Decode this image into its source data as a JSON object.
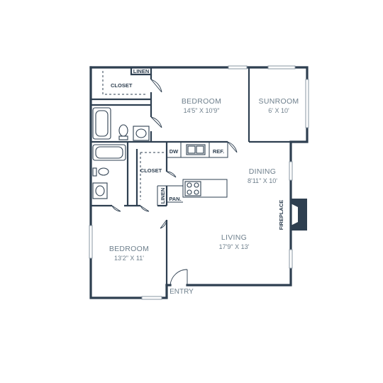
{
  "rooms": {
    "bedroom_top": {
      "name": "BEDROOM",
      "dims": "14'5\" X 10'9\""
    },
    "sunroom": {
      "name": "SUNROOM",
      "dims": "6' X 10'"
    },
    "dining": {
      "name": "DINING",
      "dims": "8'11\" X 10'"
    },
    "living": {
      "name": "LIVING",
      "dims": "17'9\" X 13'"
    },
    "bedroom_bottom": {
      "name": "BEDROOM",
      "dims": "13'2\" X 11'"
    }
  },
  "labels": {
    "closet_top": "CLOSET",
    "linen_top": "LINEN",
    "closet_mid": "CLOSET",
    "linen_mid": "LINEN",
    "pantry": "PAN.",
    "dishwasher": "DW",
    "refrigerator": "REF.",
    "fireplace": "FIREPLACE",
    "entry": "ENTRY"
  },
  "colors": {
    "wall": "#2e3f50",
    "text": "#6e7f8c",
    "window": "#8a97a3"
  }
}
